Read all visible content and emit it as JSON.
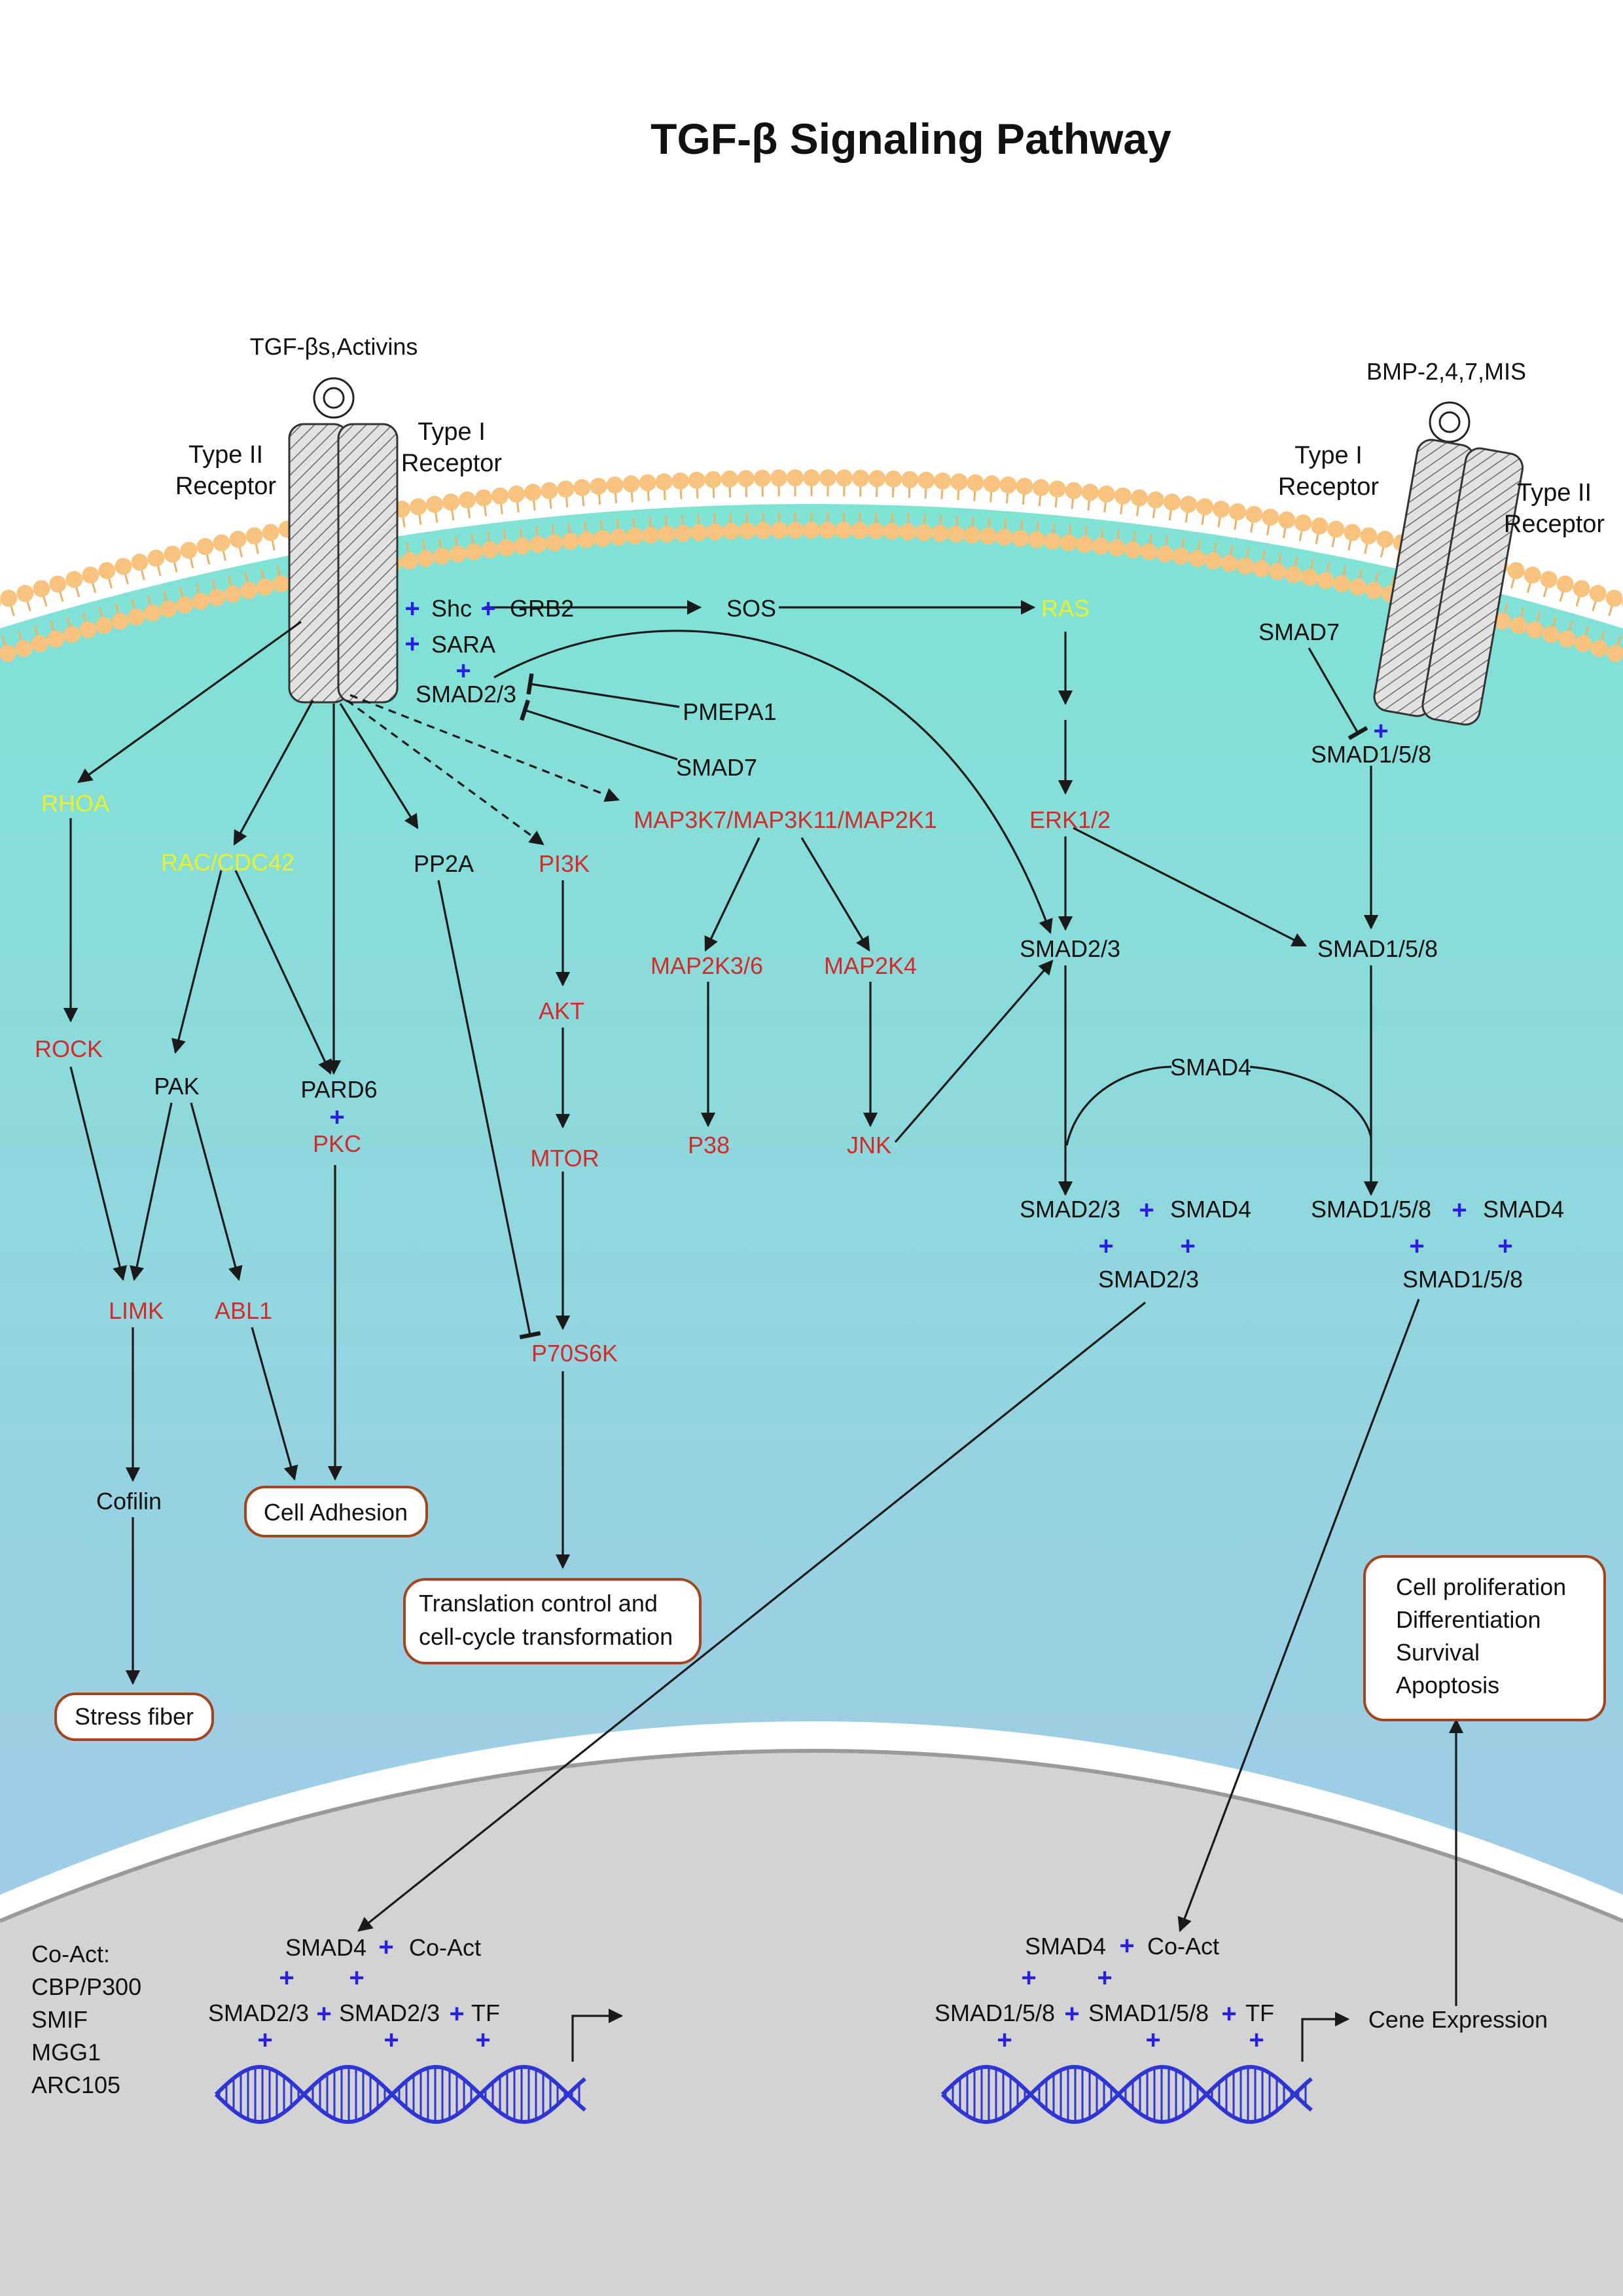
{
  "title": "TGF-β Signaling Pathway",
  "ligands": {
    "left": "TGF-βs,Activins",
    "right": "BMP-2,4,7,MIS"
  },
  "receptors": {
    "left_type2": [
      "Type  II",
      "Receptor"
    ],
    "left_type1": [
      "Type  I",
      "Receptor"
    ],
    "right_type1": [
      "Type  I",
      "Receptor"
    ],
    "right_type2": [
      "Type  II",
      "Receptor"
    ]
  },
  "nodes": {
    "shc": "Shc",
    "grb2": "GRB2",
    "sos": "SOS",
    "ras": "RAS",
    "sara": "SARA",
    "smad23_top": "SMAD2/3",
    "pmepa1": "PMEPA1",
    "smad7_left": "SMAD7",
    "smad7_right": "SMAD7",
    "smad158_top": "SMAD1/5/8",
    "rhoa": "RHOA",
    "rac_cdc42": "RAC/CDC42",
    "pp2a": "PP2A",
    "pi3k": "PI3K",
    "map3k": "MAP3K7/MAP3K11/MAP2K1",
    "erk": "ERK1/2",
    "smad23_mid": "SMAD2/3",
    "smad158_mid": "SMAD1/5/8",
    "map2k36": "MAP2K3/6",
    "map2k4": "MAP2K4",
    "rock": "ROCK",
    "pak": "PAK",
    "pard6": "PARD6",
    "pkc": "PKC",
    "akt": "AKT",
    "smad4_mid": "SMAD4",
    "p38": "P38",
    "jnk": "JNK",
    "mtor": "MTOR",
    "complex_left_a": "SMAD2/3",
    "complex_left_b": "SMAD4",
    "complex_left_c": "SMAD2/3",
    "complex_right_a": "SMAD1/5/8",
    "complex_right_b": "SMAD4",
    "complex_right_c": "SMAD1/5/8",
    "limk": "LIMK",
    "abl1": "ABL1",
    "p70s6k": "P70S6K",
    "cofilin": "Cofilin"
  },
  "outcomes": {
    "cell_adhesion": "Cell Adhesion",
    "translation": [
      "Translation control and",
      "cell-cycle transformation"
    ],
    "stress_fiber": "Stress fiber",
    "cell_fate": [
      "Cell proliferation",
      "Differentiation",
      "Survival",
      "Apoptosis"
    ]
  },
  "nucleus": {
    "coact_list": [
      "Co-Act:",
      "CBP/P300",
      "SMIF",
      "MGG1",
      "ARC105"
    ],
    "left_smad4": "SMAD4",
    "left_coact": "Co-Act",
    "left_smad23_a": "SMAD2/3",
    "left_smad23_b": "SMAD2/3",
    "left_tf": "TF",
    "right_smad4": "SMAD4",
    "right_coact": "Co-Act",
    "right_smad158_a": "SMAD1/5/8",
    "right_smad158_b": "SMAD1/5/8",
    "right_tf": "TF",
    "gene_expression": "Cene Expression"
  },
  "plus_sign": "+",
  "colors": {
    "cytoplasm_top": "#7fe3d4",
    "cytoplasm_bottom": "#a9c5ec",
    "nucleus": "#d3d3d3",
    "membrane_head": "#f7c37e",
    "kinase_red": "#d32b2b",
    "gtpase_yellow": "#eaf12a",
    "plus_blue": "#2a1fe0",
    "dna_blue": "#2f35d4",
    "box_border": "#a3441c"
  }
}
